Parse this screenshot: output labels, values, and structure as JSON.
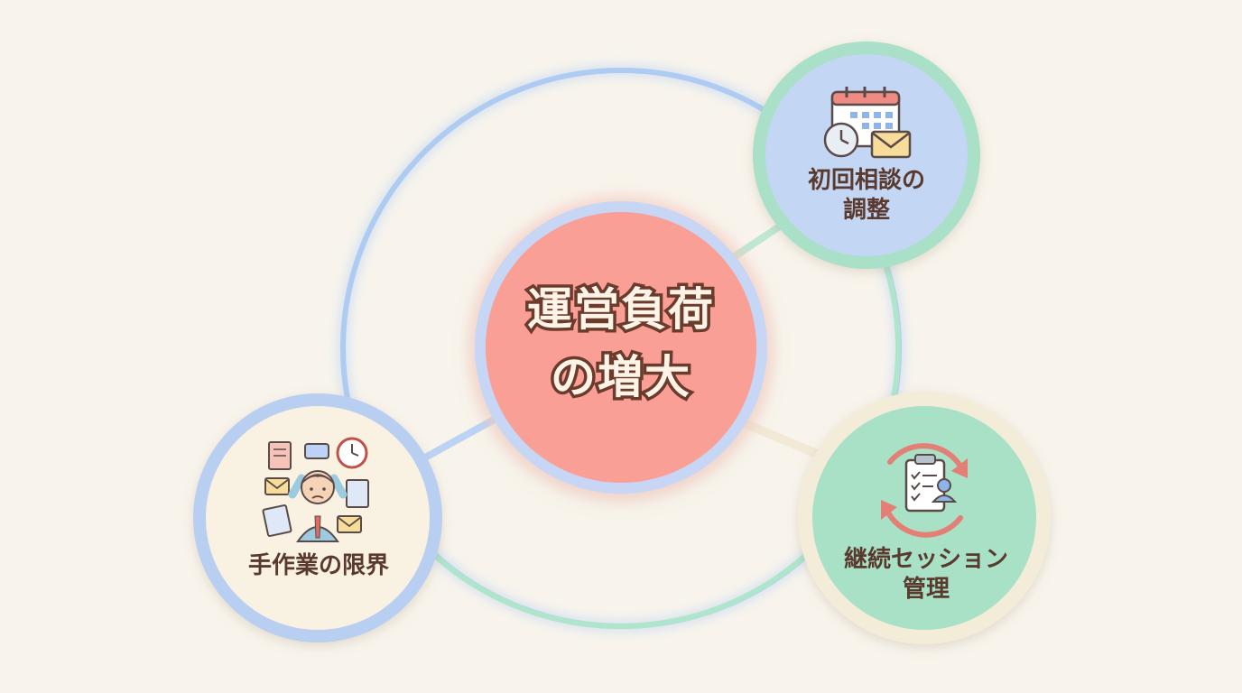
{
  "diagram": {
    "center": {
      "line1": "運営負荷",
      "line2": "の増大",
      "color": "#fa9f96"
    },
    "nodes": [
      {
        "id": "top",
        "line1": "初回相談の",
        "line2": "調整",
        "icon": "calendar-clock-envelope-icon",
        "fill": "#c3d6f3",
        "ring": "#a9e0c7"
      },
      {
        "id": "left",
        "line1": "手作業の限界",
        "line2": "",
        "icon": "stressed-worker-with-papers-icon",
        "fill": "#f9f1e1",
        "ring": "#b9cff1"
      },
      {
        "id": "right",
        "line1": "継続セッション",
        "line2": "管理",
        "icon": "checklist-with-refresh-arrows-icon",
        "fill": "#a8e1c6",
        "ring": "#f3ecd8"
      }
    ]
  }
}
